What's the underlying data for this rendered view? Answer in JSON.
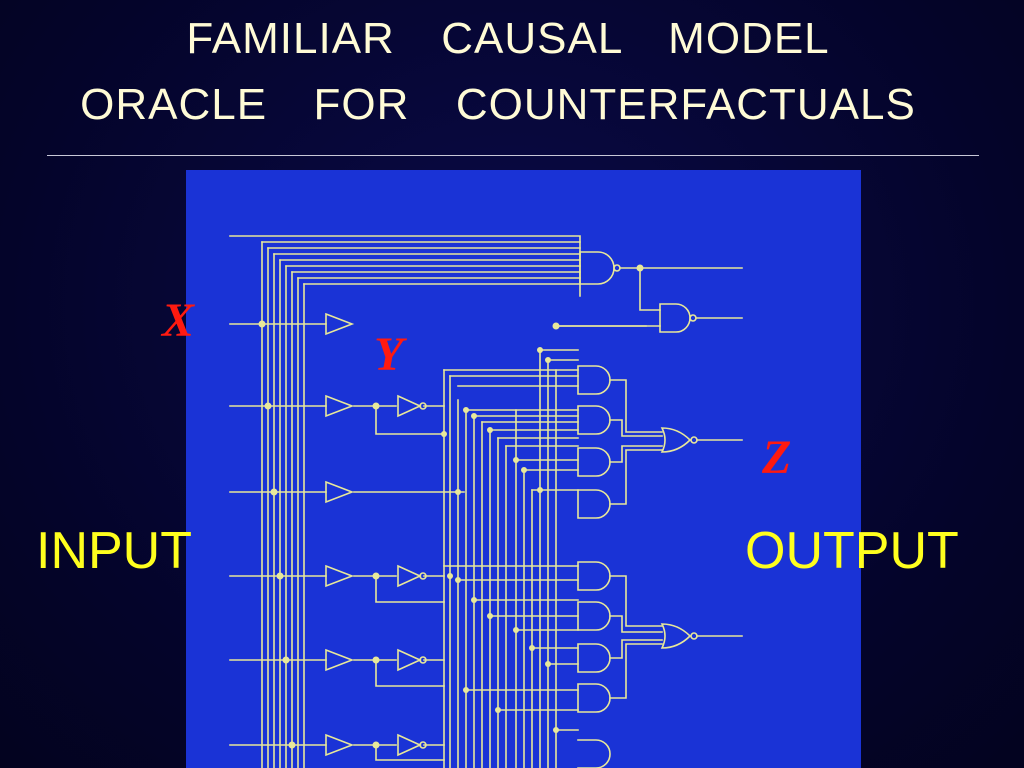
{
  "title": {
    "line1": "FAMILIAR  CAUSAL  MODEL",
    "line2": "ORACLE  FOR  COUNTERFACTUALS"
  },
  "labels": {
    "x": "X",
    "y": "Y",
    "z": "Z",
    "input": "INPUT",
    "output": "OUTPUT"
  },
  "colors": {
    "background": "#050532",
    "title": "#fffbd6",
    "panel": "#1a33d6",
    "wire": "#e8e89a",
    "variable_label": "#ff1a10",
    "io_label": "#ffff1e"
  }
}
